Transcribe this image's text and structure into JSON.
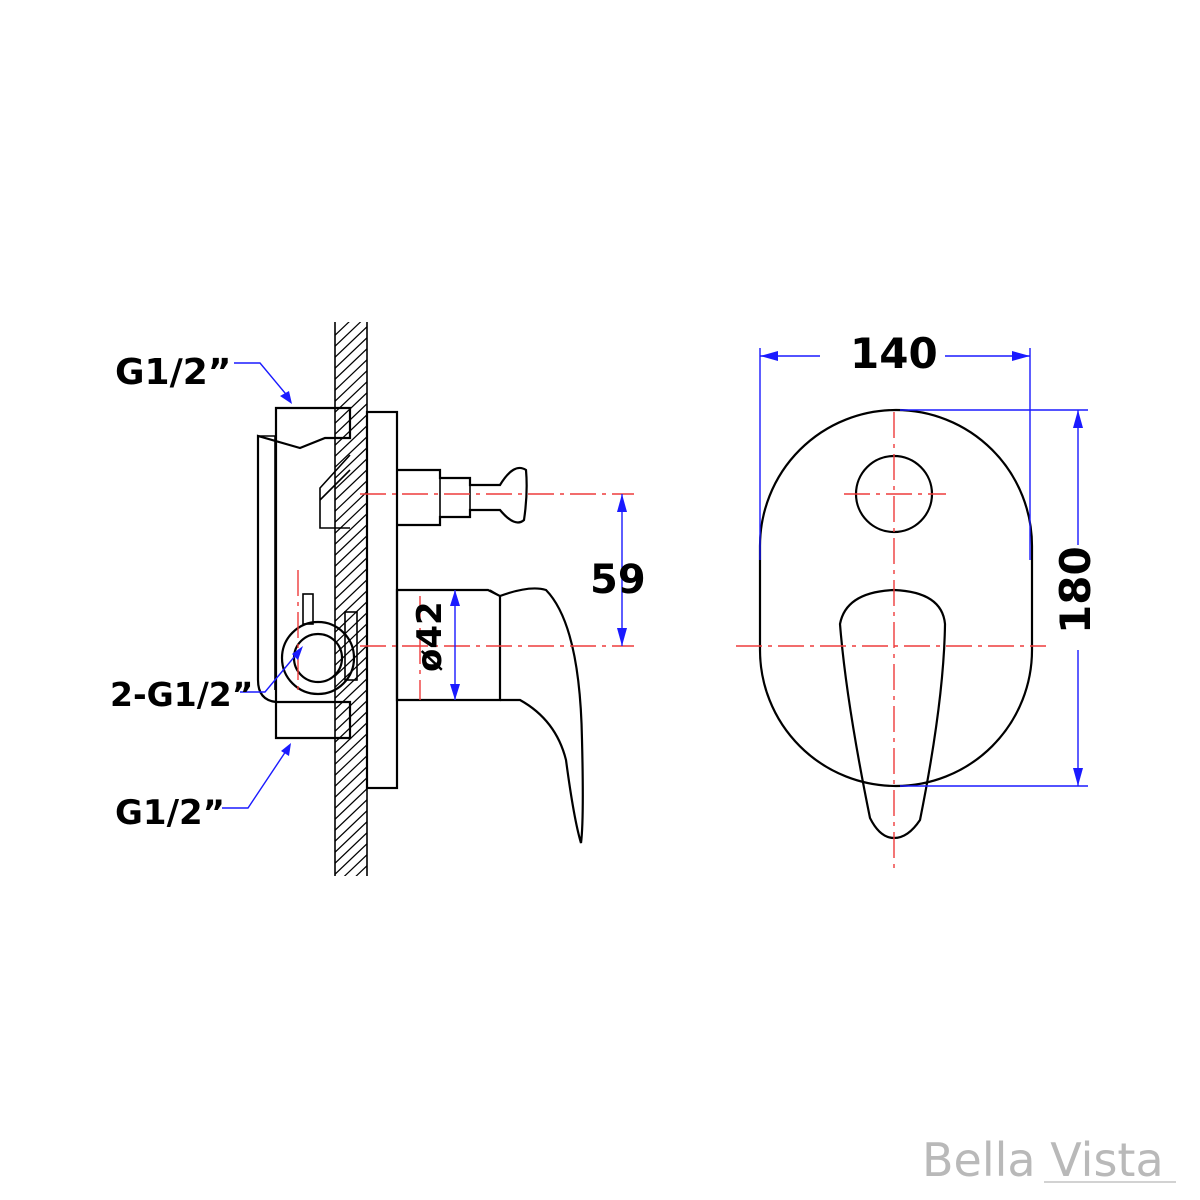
{
  "labels": {
    "inlet_top": "G1/2”",
    "outlet": "2-G1/2”",
    "inlet_bottom": "G1/2”",
    "diameter": "ø42",
    "height_offset": "59",
    "width": "140",
    "height": "180"
  },
  "brand": {
    "text": "Bella Vista"
  },
  "colors": {
    "centerline": "#ee3b3b",
    "dimension": "#1a1aff",
    "outline": "#000000",
    "watermark": "#b9b9b9"
  }
}
